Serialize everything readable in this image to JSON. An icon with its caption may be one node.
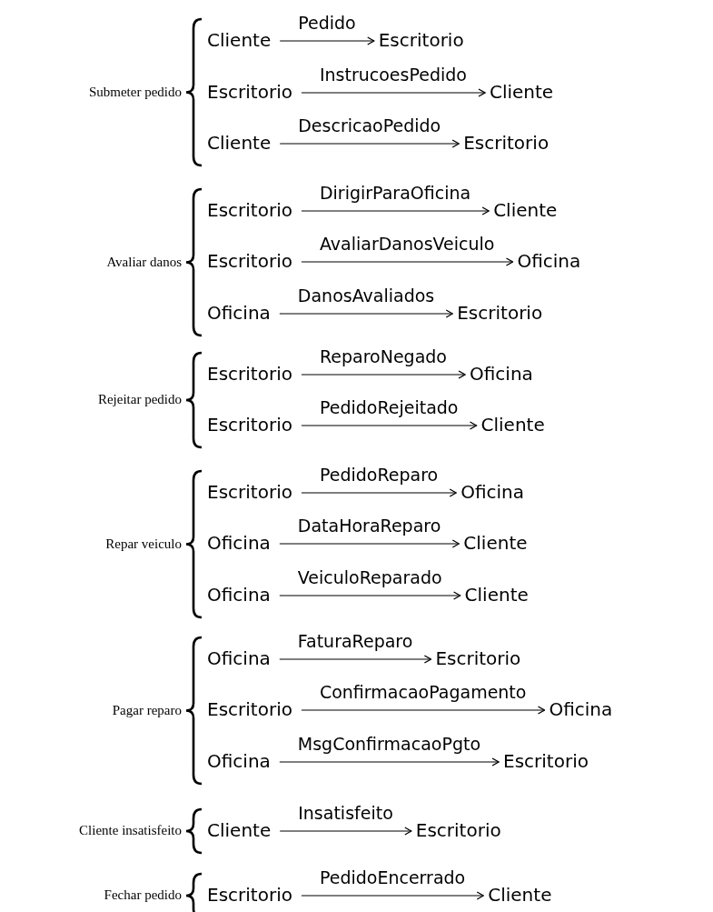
{
  "diagram": {
    "nodes": [
      {
        "text": [
          "Cliente"
        ]
      },
      {
        "text": [
          "Escritorio"
        ]
      },
      {
        "text": [
          "Escritorio"
        ]
      },
      {
        "text": [
          "Cliente"
        ]
      },
      {
        "text": [
          "Cliente"
        ]
      },
      {
        "text": [
          "Escritorio"
        ]
      },
      {
        "text": [
          "Escritorio"
        ]
      },
      {
        "text": [
          "Cliente"
        ]
      },
      {
        "text": [
          "Escritorio"
        ]
      },
      {
        "text": [
          "Oficina"
        ]
      },
      {
        "text": [
          "Oficina"
        ]
      },
      {
        "text": [
          "Escritorio"
        ]
      },
      {
        "text": [
          "Escritorio"
        ]
      },
      {
        "text": [
          "Oficina"
        ]
      },
      {
        "text": [
          "Escritorio"
        ]
      },
      {
        "text": [
          "Cliente"
        ]
      },
      {
        "text": [
          "Escritorio"
        ]
      },
      {
        "text": [
          "Oficina"
        ]
      },
      {
        "text": [
          "Oficina"
        ]
      },
      {
        "text": [
          "Cliente"
        ]
      },
      {
        "text": [
          "Oficina"
        ]
      },
      {
        "text": [
          "Cliente"
        ]
      },
      {
        "text": [
          "Oficina"
        ]
      },
      {
        "text": [
          "Escritorio"
        ]
      },
      {
        "text": [
          "Escritorio"
        ]
      },
      {
        "text": [
          "Oficina"
        ]
      },
      {
        "text": [
          "Oficina"
        ]
      },
      {
        "text": [
          "Escritorio"
        ]
      },
      {
        "text": [
          "Cliente"
        ]
      },
      {
        "text": [
          "Escritorio"
        ]
      },
      {
        "text": [
          "Escritorio"
        ]
      },
      {
        "text": [
          "Cliente"
        ]
      }
    ],
    "edges": [
      {
        "from": 0,
        "to": 1,
        "arrow": "to",
        "label": "Pedido"
      },
      {
        "from": 2,
        "to": 3,
        "arrow": "to",
        "label": "InstrucoesPedido"
      },
      {
        "from": 4,
        "to": 5,
        "arrow": "to",
        "label": "DescricaoPedido"
      },
      {
        "from": 6,
        "to": 7,
        "arrow": "to",
        "label": "DirigirParaOficina"
      },
      {
        "from": 8,
        "to": 9,
        "arrow": "to",
        "label": "AvaliarDanosVeiculo"
      },
      {
        "from": 10,
        "to": 11,
        "arrow": "to",
        "label": "DanosAvaliados"
      },
      {
        "from": 12,
        "to": 13,
        "arrow": "to",
        "label": "ReparoNegado"
      },
      {
        "from": 14,
        "to": 15,
        "arrow": "to",
        "label": "PedidoRejeitado"
      },
      {
        "from": 16,
        "to": 17,
        "arrow": "to",
        "label": "PedidoReparo"
      },
      {
        "from": 18,
        "to": 19,
        "arrow": "to",
        "label": "DataHoraReparo"
      },
      {
        "from": 20,
        "to": 21,
        "arrow": "to",
        "label": "VeiculoReparado"
      },
      {
        "from": 22,
        "to": 23,
        "arrow": "to",
        "label": "FaturaReparo"
      },
      {
        "from": 24,
        "to": 25,
        "arrow": "to",
        "label": "ConfirmacaoPagamento"
      },
      {
        "from": 26,
        "to": 27,
        "arrow": "to",
        "label": "MsgConfirmacaoPgto"
      },
      {
        "from": 28,
        "to": 29,
        "arrow": "to",
        "label": "Insatisfeito"
      },
      {
        "from": 30,
        "to": 31,
        "arrow": "to",
        "label": "PedidoEncerrado"
      }
    ],
    "labels": [
      "Submeter pedido",
      "Avaliar danos",
      "Rejeitar pedido",
      "Repar veiculo",
      "Pagar reparo",
      "Cliente insatisfeito",
      "Fechar pedido"
    ]
  }
}
